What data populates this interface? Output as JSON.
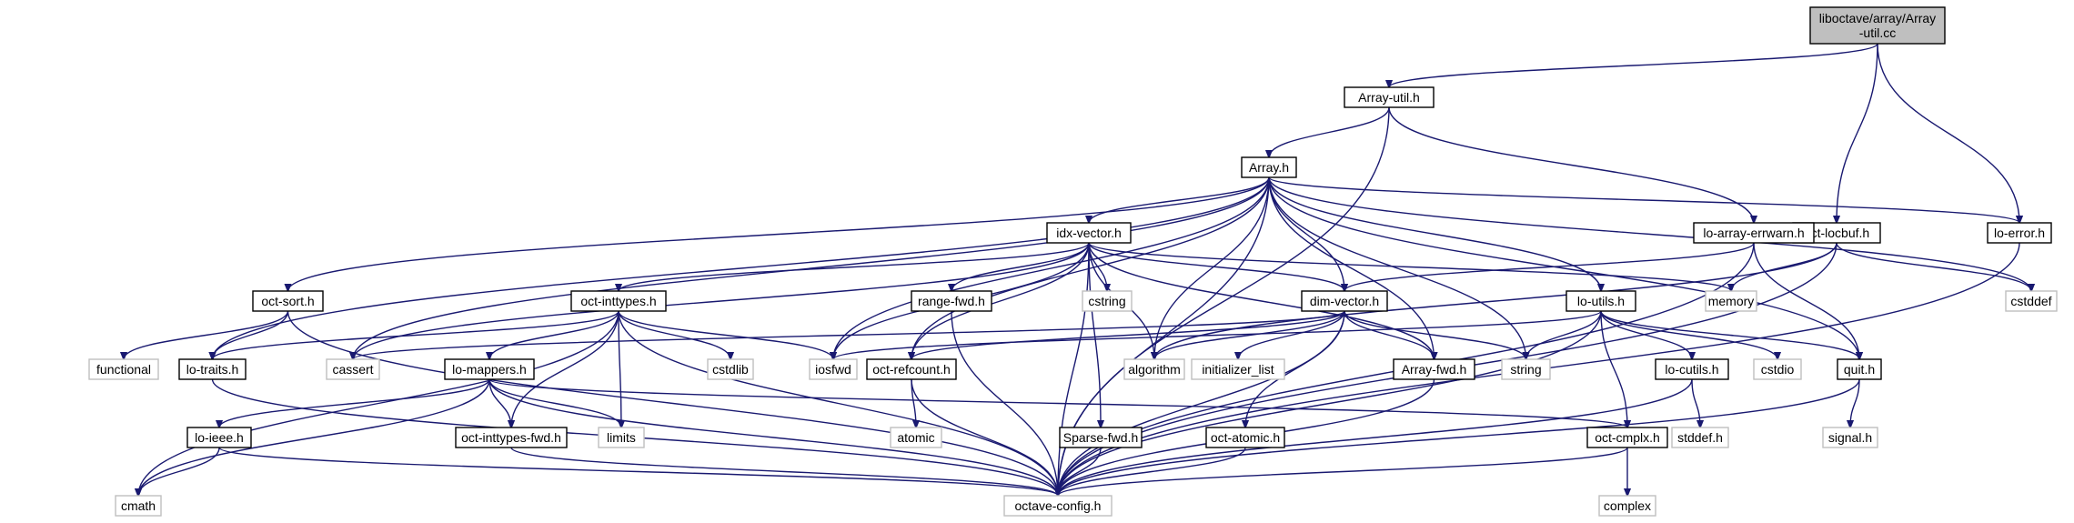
{
  "colors": {
    "edge": "#191970",
    "node_border": "#000000",
    "external_border": "#bfbfbf",
    "root_fill": "#bfbfbf",
    "node_fill": "#ffffff"
  },
  "nodes": [
    {
      "id": "array_util_cc",
      "kind": "root",
      "lines": [
        "liboctave/array/Array",
        "-util.cc"
      ]
    },
    {
      "id": "array_util_h",
      "kind": "header",
      "lines": [
        "Array-util.h"
      ]
    },
    {
      "id": "oct_locbuf_h",
      "kind": "header",
      "lines": [
        "oct-locbuf.h"
      ]
    },
    {
      "id": "lo_error_h",
      "kind": "header",
      "lines": [
        "lo-error.h"
      ]
    },
    {
      "id": "array_h",
      "kind": "header",
      "lines": [
        "Array.h"
      ]
    },
    {
      "id": "lo_array_errwarn_h",
      "kind": "header",
      "lines": [
        "lo-array-errwarn.h"
      ]
    },
    {
      "id": "idx_vector_h",
      "kind": "header",
      "lines": [
        "idx-vector.h"
      ]
    },
    {
      "id": "oct_sort_h",
      "kind": "header",
      "lines": [
        "oct-sort.h"
      ]
    },
    {
      "id": "oct_inttypes_h",
      "kind": "header",
      "lines": [
        "oct-inttypes.h"
      ]
    },
    {
      "id": "range_fwd_h",
      "kind": "header",
      "lines": [
        "range-fwd.h"
      ]
    },
    {
      "id": "cstring",
      "kind": "system",
      "lines": [
        "cstring"
      ]
    },
    {
      "id": "dim_vector_h",
      "kind": "header",
      "lines": [
        "dim-vector.h"
      ]
    },
    {
      "id": "lo_utils_h",
      "kind": "header",
      "lines": [
        "lo-utils.h"
      ]
    },
    {
      "id": "memory",
      "kind": "system",
      "lines": [
        "memory"
      ]
    },
    {
      "id": "cstddef",
      "kind": "system",
      "lines": [
        "cstddef"
      ]
    },
    {
      "id": "functional",
      "kind": "system",
      "lines": [
        "functional"
      ]
    },
    {
      "id": "lo_traits_h",
      "kind": "header",
      "lines": [
        "lo-traits.h"
      ]
    },
    {
      "id": "cassert",
      "kind": "system",
      "lines": [
        "cassert"
      ]
    },
    {
      "id": "cstdlib",
      "kind": "system",
      "lines": [
        "cstdlib"
      ]
    },
    {
      "id": "iosfwd",
      "kind": "system",
      "lines": [
        "iosfwd"
      ]
    },
    {
      "id": "oct_refcount_h",
      "kind": "header",
      "lines": [
        "oct-refcount.h"
      ]
    },
    {
      "id": "algorithm",
      "kind": "system",
      "lines": [
        "algorithm"
      ]
    },
    {
      "id": "initializer_list",
      "kind": "system",
      "lines": [
        "initializer_list"
      ]
    },
    {
      "id": "array_fwd_h",
      "kind": "header",
      "lines": [
        "Array-fwd.h"
      ]
    },
    {
      "id": "string",
      "kind": "system",
      "lines": [
        "string"
      ]
    },
    {
      "id": "lo_cutils_h",
      "kind": "header",
      "lines": [
        "lo-cutils.h"
      ]
    },
    {
      "id": "cstdio",
      "kind": "system",
      "lines": [
        "cstdio"
      ]
    },
    {
      "id": "quit_h",
      "kind": "header",
      "lines": [
        "quit.h"
      ]
    },
    {
      "id": "lo_mappers_h",
      "kind": "header",
      "lines": [
        "lo-mappers.h"
      ]
    },
    {
      "id": "limits",
      "kind": "system",
      "lines": [
        "limits"
      ]
    },
    {
      "id": "atomic",
      "kind": "system",
      "lines": [
        "atomic"
      ]
    },
    {
      "id": "lo_ieee_h",
      "kind": "header",
      "lines": [
        "lo-ieee.h"
      ]
    },
    {
      "id": "oct_inttypes_fwd_h",
      "kind": "header",
      "lines": [
        "oct-inttypes-fwd.h"
      ]
    },
    {
      "id": "sparse_fwd_h",
      "kind": "header",
      "lines": [
        "Sparse-fwd.h"
      ]
    },
    {
      "id": "oct_atomic_h",
      "kind": "header",
      "lines": [
        "oct-atomic.h"
      ]
    },
    {
      "id": "oct_cmplx_h",
      "kind": "header",
      "lines": [
        "oct-cmplx.h"
      ]
    },
    {
      "id": "stddef_h",
      "kind": "system",
      "lines": [
        "stddef.h"
      ]
    },
    {
      "id": "signal_h",
      "kind": "system",
      "lines": [
        "signal.h"
      ]
    },
    {
      "id": "cmath",
      "kind": "system",
      "lines": [
        "cmath"
      ]
    },
    {
      "id": "octave_config_h",
      "kind": "system",
      "lines": [
        "octave-config.h"
      ]
    },
    {
      "id": "complex",
      "kind": "system",
      "lines": [
        "complex"
      ]
    }
  ],
  "edges": [
    [
      "array_util_cc",
      "array_util_h"
    ],
    [
      "array_util_cc",
      "oct_locbuf_h"
    ],
    [
      "array_util_cc",
      "lo_error_h"
    ],
    [
      "array_util_h",
      "array_h"
    ],
    [
      "array_util_h",
      "lo_array_errwarn_h"
    ],
    [
      "array_util_h",
      "octave_config_h"
    ],
    [
      "array_h",
      "idx_vector_h"
    ],
    [
      "array_h",
      "oct_sort_h"
    ],
    [
      "array_h",
      "lo_traits_h"
    ],
    [
      "array_h",
      "cassert"
    ],
    [
      "array_h",
      "iosfwd"
    ],
    [
      "array_h",
      "oct_refcount_h"
    ],
    [
      "array_h",
      "algorithm"
    ],
    [
      "array_h",
      "dim_vector_h"
    ],
    [
      "array_h",
      "array_fwd_h"
    ],
    [
      "array_h",
      "string"
    ],
    [
      "array_h",
      "lo_utils_h"
    ],
    [
      "array_h",
      "quit_h"
    ],
    [
      "array_h",
      "lo_error_h"
    ],
    [
      "array_h",
      "cstddef"
    ],
    [
      "array_h",
      "octave_config_h"
    ],
    [
      "idx_vector_h",
      "oct_inttypes_h"
    ],
    [
      "idx_vector_h",
      "range_fwd_h"
    ],
    [
      "idx_vector_h",
      "cstring"
    ],
    [
      "idx_vector_h",
      "dim_vector_h"
    ],
    [
      "idx_vector_h",
      "memory"
    ],
    [
      "idx_vector_h",
      "cassert"
    ],
    [
      "idx_vector_h",
      "iosfwd"
    ],
    [
      "idx_vector_h",
      "oct_refcount_h"
    ],
    [
      "idx_vector_h",
      "algorithm"
    ],
    [
      "idx_vector_h",
      "array_fwd_h"
    ],
    [
      "idx_vector_h",
      "sparse_fwd_h"
    ],
    [
      "idx_vector_h",
      "octave_config_h"
    ],
    [
      "lo_array_errwarn_h",
      "dim_vector_h"
    ],
    [
      "lo_array_errwarn_h",
      "quit_h"
    ],
    [
      "lo_array_errwarn_h",
      "octave_config_h"
    ],
    [
      "oct_locbuf_h",
      "memory"
    ],
    [
      "oct_locbuf_h",
      "algorithm"
    ],
    [
      "oct_locbuf_h",
      "cstddef"
    ],
    [
      "oct_locbuf_h",
      "octave_config_h"
    ],
    [
      "lo_error_h",
      "octave_config_h"
    ],
    [
      "oct_sort_h",
      "functional"
    ],
    [
      "oct_sort_h",
      "lo_traits_h"
    ],
    [
      "oct_sort_h",
      "octave_config_h"
    ],
    [
      "oct_inttypes_h",
      "lo_traits_h"
    ],
    [
      "oct_inttypes_h",
      "cstdlib"
    ],
    [
      "oct_inttypes_h",
      "iosfwd"
    ],
    [
      "oct_inttypes_h",
      "limits"
    ],
    [
      "oct_inttypes_h",
      "lo_mappers_h"
    ],
    [
      "oct_inttypes_h",
      "oct_inttypes_fwd_h"
    ],
    [
      "oct_inttypes_h",
      "cmath"
    ],
    [
      "oct_inttypes_h",
      "octave_config_h"
    ],
    [
      "range_fwd_h",
      "octave_config_h"
    ],
    [
      "dim_vector_h",
      "cassert"
    ],
    [
      "dim_vector_h",
      "oct_refcount_h"
    ],
    [
      "dim_vector_h",
      "algorithm"
    ],
    [
      "dim_vector_h",
      "initializer_list"
    ],
    [
      "dim_vector_h",
      "string"
    ],
    [
      "dim_vector_h",
      "array_fwd_h"
    ],
    [
      "dim_vector_h",
      "oct_atomic_h"
    ],
    [
      "dim_vector_h",
      "octave_config_h"
    ],
    [
      "lo_utils_h",
      "iosfwd"
    ],
    [
      "lo_utils_h",
      "string"
    ],
    [
      "lo_utils_h",
      "cstdio"
    ],
    [
      "lo_utils_h",
      "lo_cutils_h"
    ],
    [
      "lo_utils_h",
      "quit_h"
    ],
    [
      "lo_utils_h",
      "oct_cmplx_h"
    ],
    [
      "lo_utils_h",
      "octave_config_h"
    ],
    [
      "lo_traits_h",
      "octave_config_h"
    ],
    [
      "oct_refcount_h",
      "atomic"
    ],
    [
      "oct_refcount_h",
      "octave_config_h"
    ],
    [
      "array_fwd_h",
      "octave_config_h"
    ],
    [
      "lo_cutils_h",
      "stddef_h"
    ],
    [
      "lo_cutils_h",
      "octave_config_h"
    ],
    [
      "quit_h",
      "signal_h"
    ],
    [
      "quit_h",
      "octave_config_h"
    ],
    [
      "lo_mappers_h",
      "limits"
    ],
    [
      "lo_mappers_h",
      "lo_ieee_h"
    ],
    [
      "lo_mappers_h",
      "oct_inttypes_fwd_h"
    ],
    [
      "lo_mappers_h",
      "oct_cmplx_h"
    ],
    [
      "lo_mappers_h",
      "cmath"
    ],
    [
      "lo_mappers_h",
      "octave_config_h"
    ],
    [
      "lo_ieee_h",
      "cmath"
    ],
    [
      "lo_ieee_h",
      "octave_config_h"
    ],
    [
      "oct_inttypes_fwd_h",
      "octave_config_h"
    ],
    [
      "sparse_fwd_h",
      "octave_config_h"
    ],
    [
      "oct_atomic_h",
      "octave_config_h"
    ],
    [
      "oct_cmplx_h",
      "complex"
    ],
    [
      "oct_cmplx_h",
      "octave_config_h"
    ]
  ]
}
